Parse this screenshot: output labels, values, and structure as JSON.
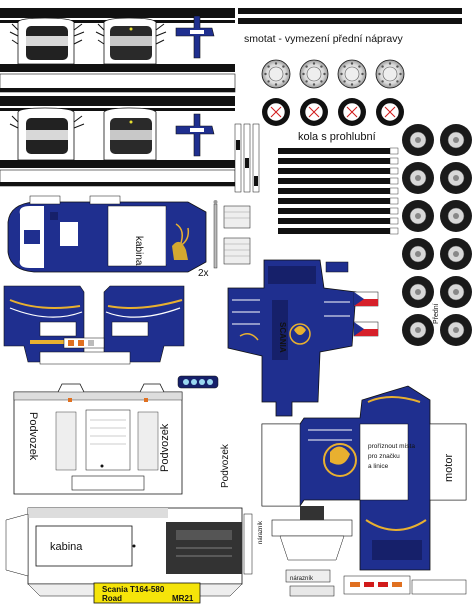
{
  "labels": {
    "smotat": "smotat - vymezení přední nápravy",
    "kola": "kola s prohlubní",
    "kabina_top": "kabina",
    "kabina_bottom": "kabina",
    "multiplier": "2x",
    "podvozek_left": "Podvozek",
    "podvozek_right": "Podvozek",
    "podvozek_cab": "Podvozek",
    "motor": "motor",
    "prorezat_1": "proříznout místa",
    "prorezat_2": "pro značku",
    "prorezat_3": "a linice",
    "predni": "Přední",
    "narazník": "nárazník",
    "narazník_2": "nárazník",
    "cab_brand": "SCANIA"
  },
  "nameplate": {
    "model": "Scania T164-580",
    "variant": "Road",
    "code": "MR21"
  },
  "colors": {
    "cab_blue": "#1f2f8f",
    "cab_blue_dark": "#16206a",
    "stripe_yellow": "#e8b030",
    "plate_yellow": "#f5e40a",
    "plate_red": "#d11a1a",
    "flag_red": "#d6202a"
  }
}
